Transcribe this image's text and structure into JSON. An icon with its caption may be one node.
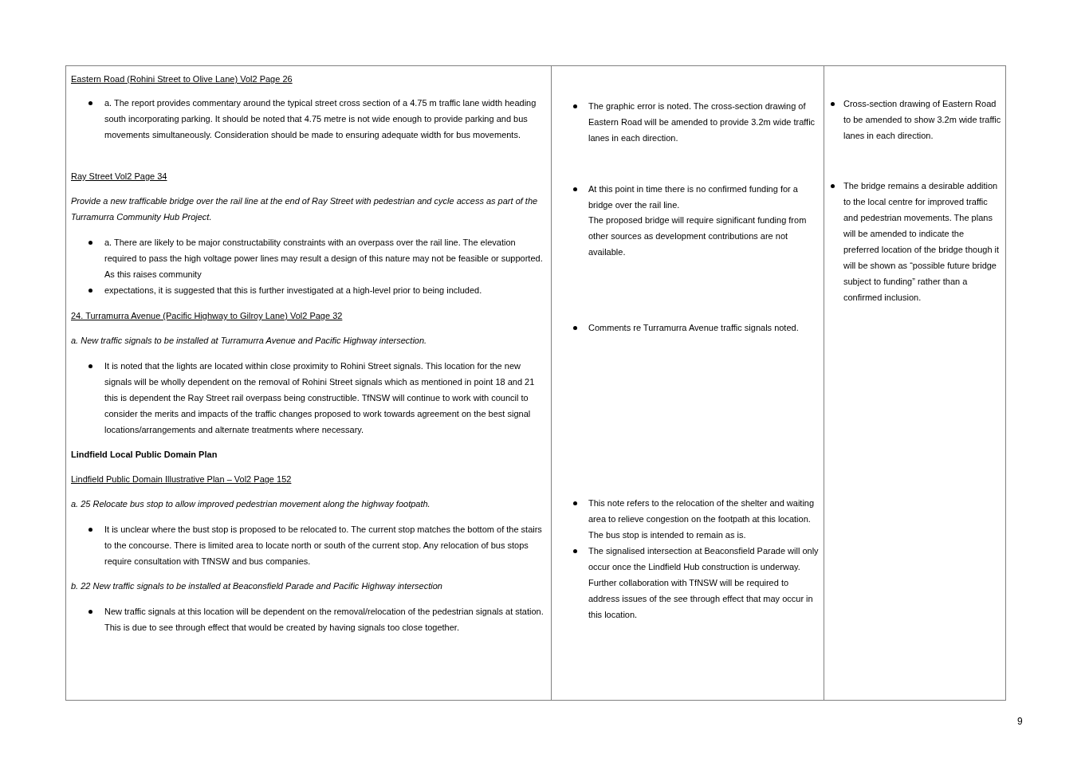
{
  "diagram": {
    "nodes": [
      {
        "text": [
          "Eastern Road (Rohini Street to Olive Lane) Vol2 Page 26",
          "a. The report provides commentary around the typical street cross section of a 4.75 m traffic lane width heading south incorporating parking. It should be noted that 4.75 metre is not wide enough to provide parking and bus movements simultaneously. Consideration should be made to ensuring adequate width for bus movements.",
          "Ray Street Vol2 Page 34",
          "Provide a new trafficable bridge over the rail line at the end of Ray Street with pedestrian and cycle access as part of the Turramurra Community Hub Project.",
          "a. There are likely to be major constructability constraints with an overpass over the rail line. The elevation required to pass the high voltage power lines may result a design of this nature may not be feasible or supported. As this raises community",
          "expectations, it is suggested that this is further investigated at a high-level prior to being included.",
          "24. Turramurra Avenue (Pacific Highway to Gilroy Lane) Vol2 Page 32",
          "a. New traffic signals to be installed at Turramurra Avenue and Pacific Highway intersection.",
          "It is noted that the lights are located within close proximity to Rohini Street signals. This location for the new signals will be wholly dependent on the removal of Rohini Street signals which as mentioned in point 18 and 21 this is dependent the Ray Street rail overpass being constructible. TfNSW will continue to work with council to consider the merits and impacts of the traffic changes proposed to work towards agreement on the best signal locations/arrangements and alternate treatments where necessary.",
          "Lindfield Local Public Domain Plan",
          "Lindfield Public Domain Illustrative Plan – Vol2 Page 152",
          "a. 25 Relocate bus stop to allow improved pedestrian movement along the highway footpath.",
          "It is unclear where the bust stop is proposed to be relocated to. The current stop matches the bottom of the stairs to the concourse. There is limited area to locate north or south of the current stop. Any relocation of bus stops require consultation with TfNSW and bus companies.",
          "b. 22 New traffic signals to be installed at Beaconsfield Parade and Pacific Highway intersection",
          "New traffic signals at this location will be dependent on the removal/relocation of the pedestrian signals at station. This is due to see through effect that would be created by having signals too close together."
        ]
      },
      {
        "text": [
          "The graphic error is noted. The cross-section drawing of Eastern Road will be amended to provide 3.2m wide traffic lanes in each direction.",
          "At this point in time there is no confirmed funding for a bridge over the rail line.",
          "The proposed bridge will require significant funding from other sources as development contributions are not available.",
          "Comments re Turramurra Avenue traffic signals noted.",
          "This note refers to the relocation of the shelter and waiting area to relieve congestion on the footpath at this location. The bus stop is intended to remain as is.",
          "The signalised intersection at Beaconsfield Parade will only occur once the Lindfield Hub construction is underway. Further collaboration with TfNSW will be required to address issues of the see through effect that may occur in this location."
        ]
      },
      {
        "text": [
          "Cross-section drawing of Eastern Road to be amended to show 3.2m wide traffic lanes in each direction.",
          "The bridge remains a desirable addition to the local centre for improved traffic and pedestrian movements. The plans will be amended to indicate the preferred location of the bridge though it will be shown as “possible future bridge subject to funding” rather than a confirmed inclusion."
        ]
      }
    ],
    "labels": [
      "9"
    ]
  }
}
